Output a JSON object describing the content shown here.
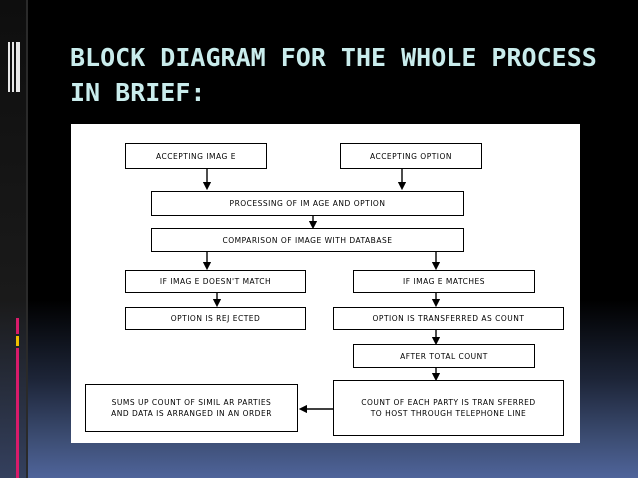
{
  "slide": {
    "title_line1": "BLOCK DIAGRAM FOR THE WHOLE PROCESS",
    "title_line2": "IN BRIEF:"
  },
  "diagram": {
    "nodes": {
      "accepting_image": "ACCEPTING IMAG E",
      "accepting_option": "ACCEPTING OPTION",
      "processing": "PROCESSING OF IM AGE AND OPTION",
      "comparison": "COMPARISON OF IMAGE WITH DATABASE",
      "no_match": "IF IMAG E DOESN'T MATCH",
      "match": "IF IMAG E MATCHES",
      "rejected": "OPTION IS REJ ECTED",
      "transferred_count": "OPTION IS TRANSFERRED AS COUNT",
      "after_total": "AFTER TOTAL COUNT",
      "count_transfer_1": "COUNT OF EACH PARTY IS TRAN SFERRED",
      "count_transfer_2": "TO HOST THROUGH TELEPHONE LINE",
      "sums_1": "SUMS UP COUNT OF SIMIL AR PARTIES",
      "sums_2": "AND DATA IS ARRANGED IN AN ORDER"
    }
  }
}
